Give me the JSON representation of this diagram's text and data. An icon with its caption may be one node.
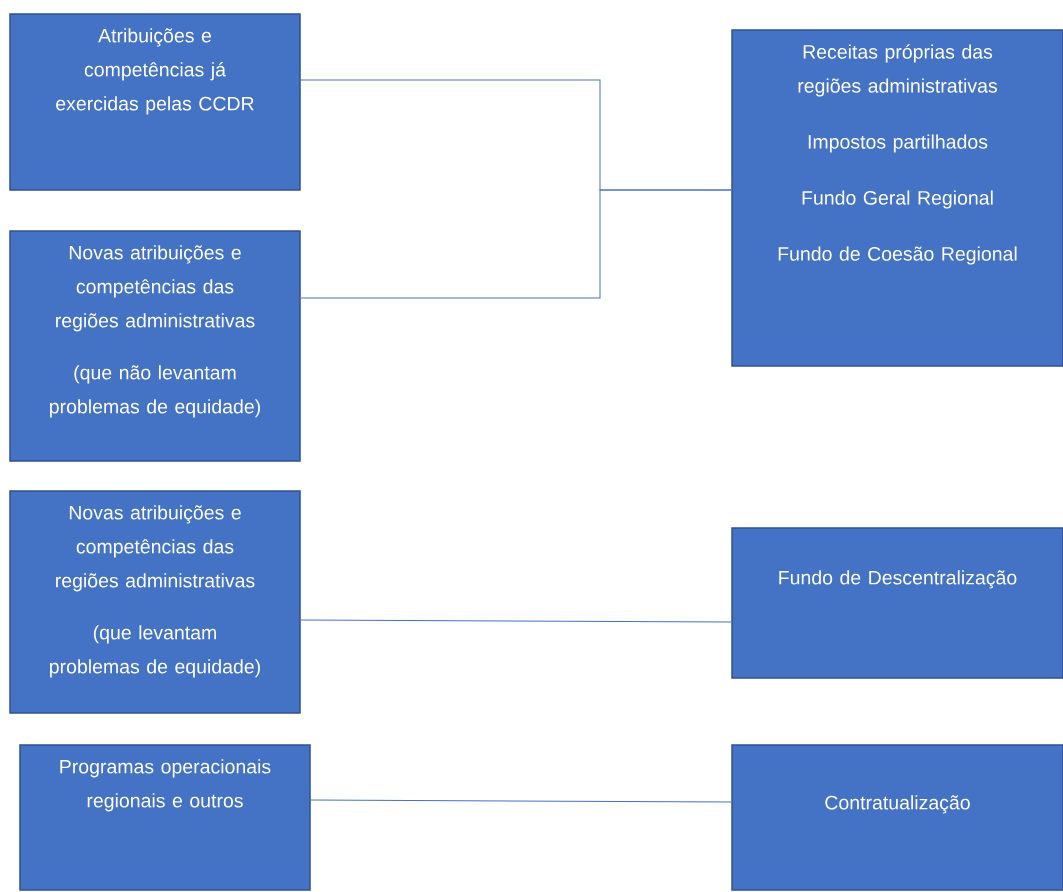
{
  "diagram": {
    "nodes": [
      {
        "text": [
          "Atribuições e competências já exercidas pelas CCDR"
        ]
      },
      {
        "text": [
          "Novas atribuições e competências das regiões administrativas",
          "(que não levantam problemas de equidade)"
        ]
      },
      {
        "text": [
          "Receitas próprias das regiões administrativas",
          "Impostos partilhados",
          "Fundo Geral Regional",
          "Fundo de Coesão Regional"
        ]
      },
      {
        "text": [
          "Novas atribuições e competências das regiões administrativas",
          "(que levantam problemas de equidade)"
        ]
      },
      {
        "text": [
          "Fundo de Descentralização"
        ]
      },
      {
        "text": [
          "Programas operacionais regionais e outros"
        ]
      },
      {
        "text": [
          "Contratualização"
        ]
      }
    ],
    "edges": [
      {
        "from": 0,
        "to": 2,
        "arrow": "none"
      },
      {
        "from": 1,
        "to": 2,
        "arrow": "none"
      },
      {
        "from": 3,
        "to": 4,
        "arrow": "none"
      },
      {
        "from": 5,
        "to": 6,
        "arrow": "none"
      }
    ]
  }
}
